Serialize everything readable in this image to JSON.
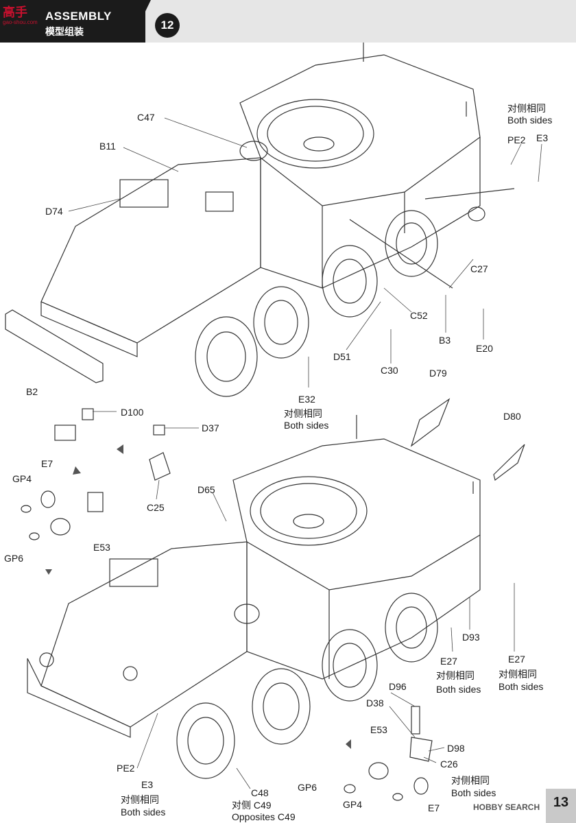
{
  "header": {
    "logo": "高手",
    "logo_sub": "gao-shou.com",
    "title_en": "ASSEMBLY",
    "title_cn": "模型组装",
    "step": "12"
  },
  "labels": {
    "top": {
      "c47": "C47",
      "b11": "B11",
      "d74": "D74",
      "b2": "B2",
      "pe2": "PE2",
      "e3": "E3",
      "c27": "C27",
      "c52": "C52",
      "d51": "D51",
      "c30": "C30",
      "b3": "B3",
      "e20": "E20",
      "e32": "E32",
      "same_cn_1": "对侧相同",
      "both_1": "Both sides",
      "same_cn_2": "对侧相同",
      "both_2": "Both sides"
    },
    "subassembly": {
      "d100": "D100",
      "d37": "D37",
      "e7": "E7",
      "gp4": "GP4",
      "c25": "C25",
      "e53": "E53",
      "gp6": "GP6"
    },
    "bottom": {
      "d79": "D79",
      "d80": "D80",
      "d65": "D65",
      "d93": "D93",
      "e27_a": "E27",
      "e27_b": "E27",
      "same_cn_3": "对侧相同",
      "both_3": "Both sides",
      "same_cn_4": "对侧相同",
      "both_4": "Both sides",
      "d96": "D96",
      "d38": "D38",
      "e53": "E53",
      "d98": "D98",
      "c26": "C26",
      "same_cn_5": "对侧相同",
      "both_5": "Both sides",
      "gp6": "GP6",
      "gp4": "GP4",
      "e7": "E7",
      "pe2": "PE2",
      "e3": "E3",
      "same_cn_6": "对侧相同",
      "both_6": "Both sides",
      "c48": "C48",
      "c49_cn": "对侧  C49",
      "c49_en": "Opposites C49"
    }
  },
  "footer": {
    "watermark": "HOBBY SEARCH",
    "page": "13"
  }
}
